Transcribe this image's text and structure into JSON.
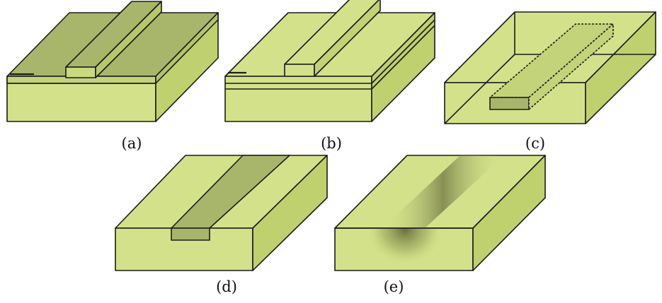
{
  "panels": [
    {
      "id": "a",
      "caption": "(a)"
    },
    {
      "id": "b",
      "caption": "(b)"
    },
    {
      "id": "c",
      "caption": "(c)"
    },
    {
      "id": "d",
      "caption": "(d)"
    },
    {
      "id": "e",
      "caption": "(e)"
    }
  ],
  "colors": {
    "light": "#d3e28a",
    "side": "#bfd06f",
    "dark": "#a7b66a",
    "outline": "#1b1b1b"
  }
}
